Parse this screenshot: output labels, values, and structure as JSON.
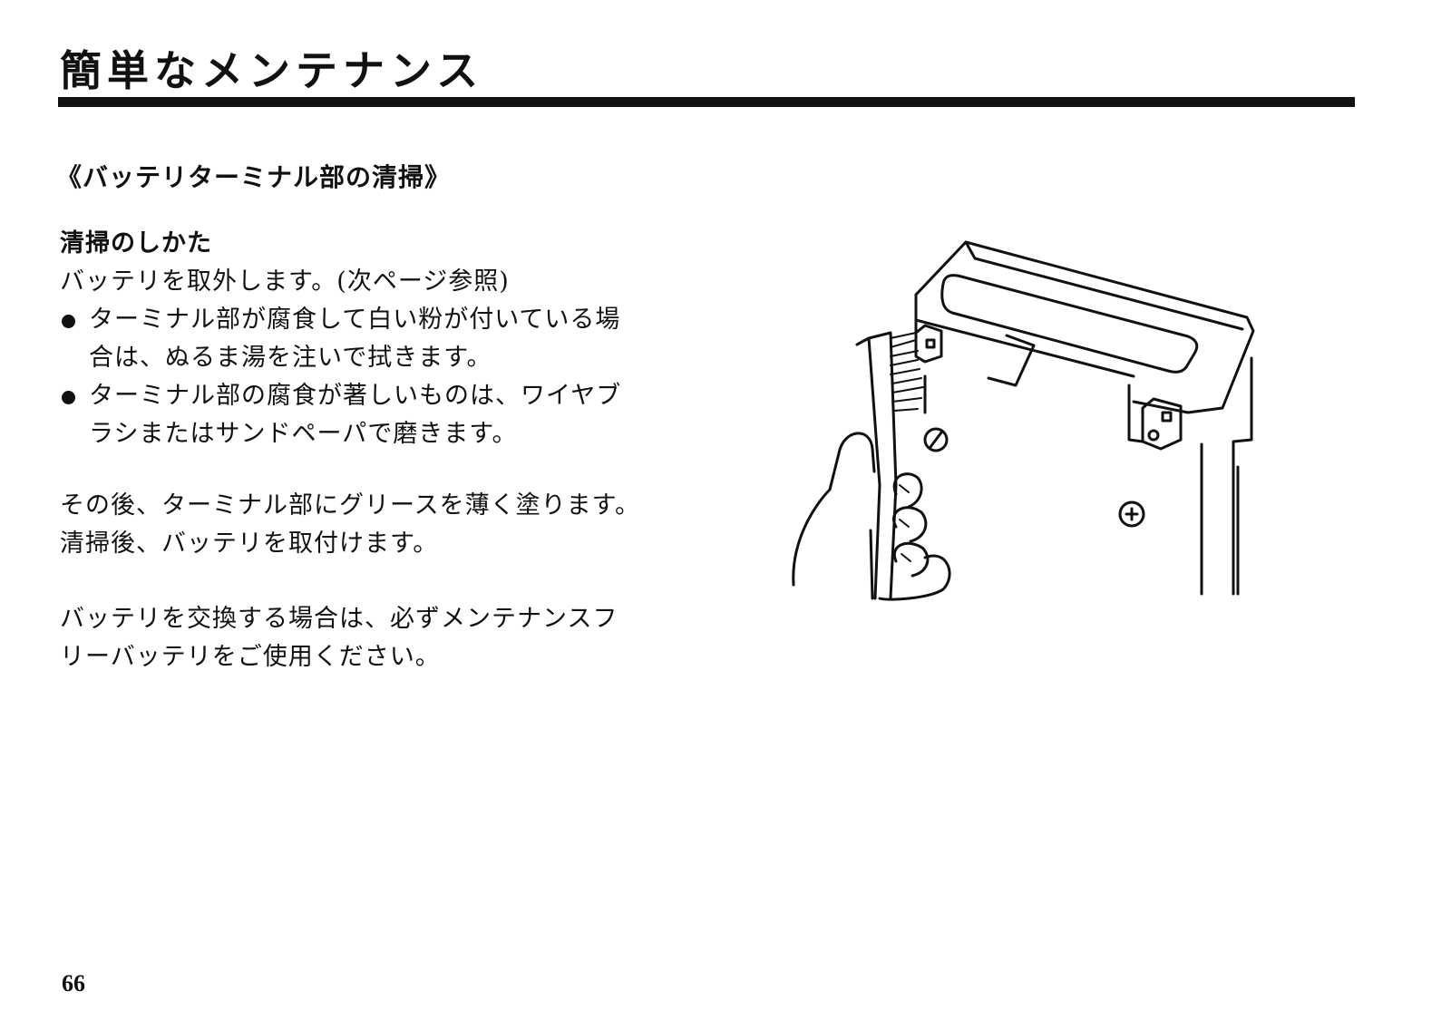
{
  "header": {
    "title": "簡単なメンテナンス"
  },
  "section": {
    "heading": "《バッテリターミナル部の清掃》"
  },
  "procedure": {
    "subheading": "清掃のしかた",
    "intro": "バッテリを取外します。(次ページ参照)",
    "bullets": [
      {
        "line1": "ターミナル部が腐食して白い粉が付いている場",
        "line2": "合は、ぬるま湯を注いで拭きます。"
      },
      {
        "line1": "ターミナル部の腐食が著しいものは、ワイヤブ",
        "line2": "ラシまたはサンドペーパで磨きます。"
      }
    ]
  },
  "after": {
    "line1": "その後、ターミナル部にグリースを薄く塗ります。",
    "line2": "清掃後、バッテリを取付けます。"
  },
  "replacement": {
    "line1": "バッテリを交換する場合は、必ずメンテナンスフ",
    "line2": "リーバッテリをご使用ください。"
  },
  "footer": {
    "page_number": "66"
  }
}
